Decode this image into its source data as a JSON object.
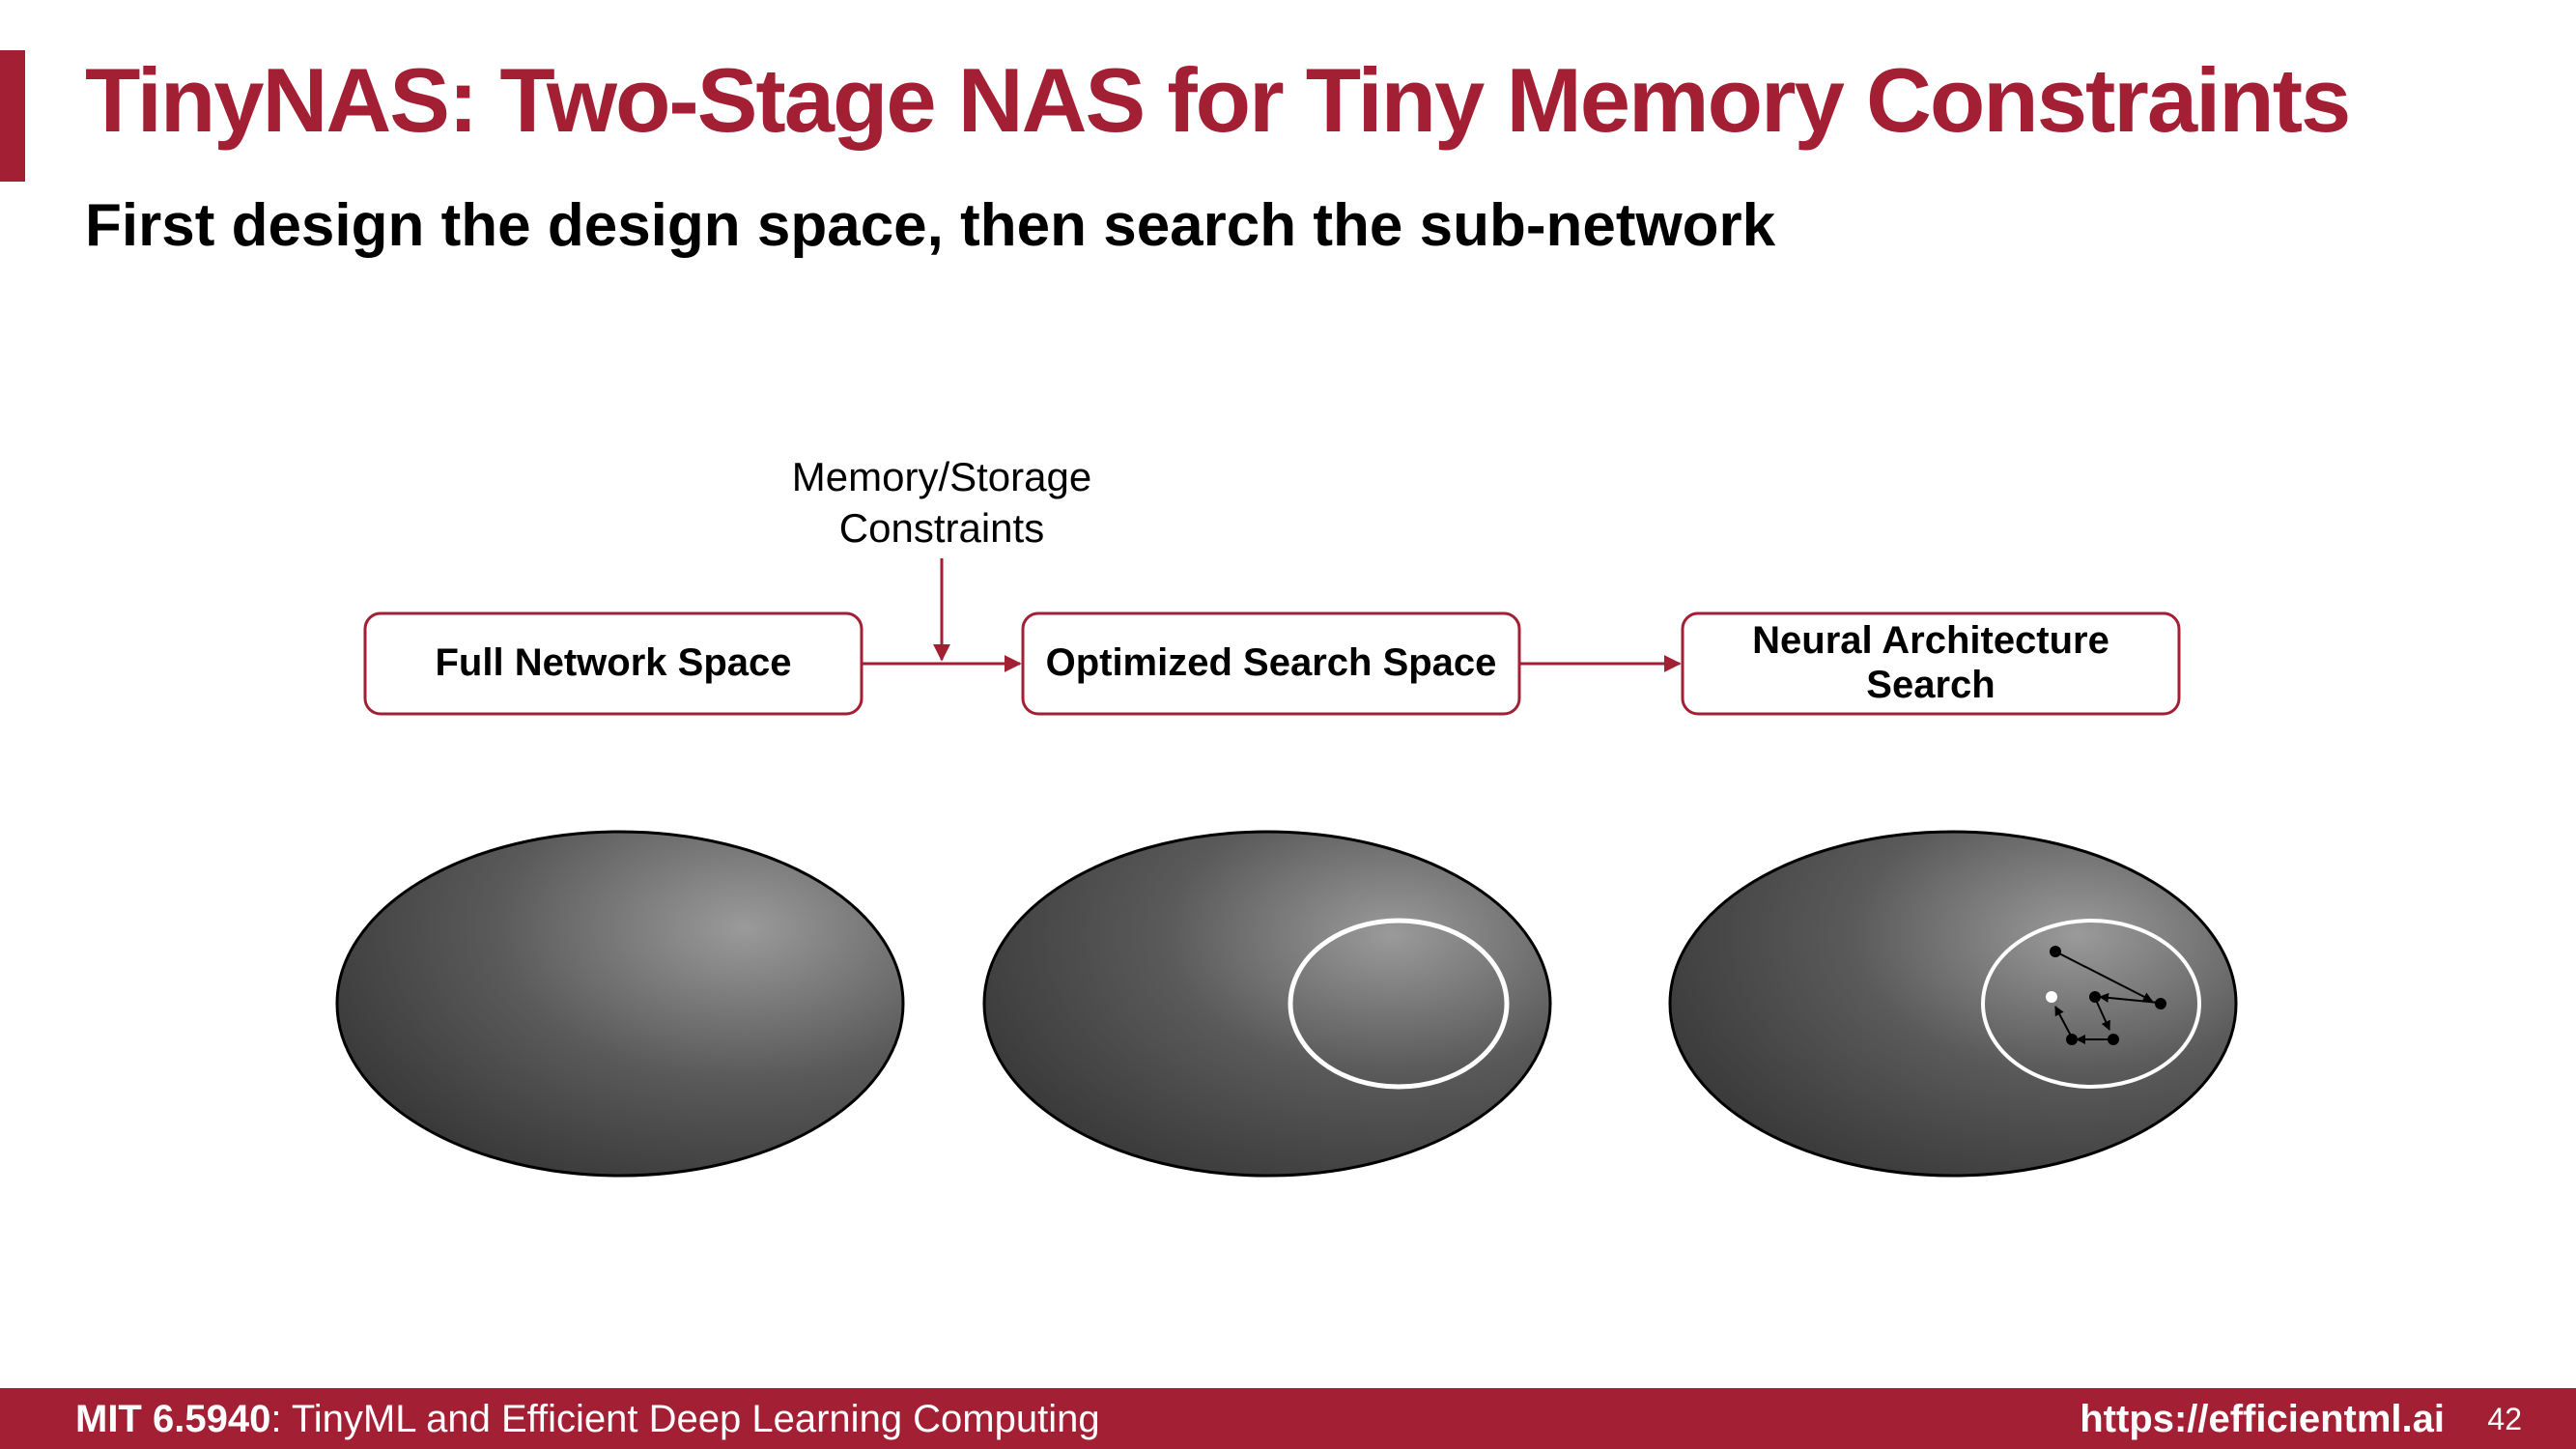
{
  "slide": {
    "title": "TinyNAS: Two-Stage NAS for Tiny Memory Constraints",
    "subtitle": "First design the design space, then search the sub-network"
  },
  "diagram": {
    "constraint_label_line1": "Memory/Storage",
    "constraint_label_line2": "Constraints",
    "boxes": {
      "full_network": "Full Network Space",
      "optimized": "Optimized Search Space",
      "nas_line1": "Neural Architecture",
      "nas_line2": "Search"
    },
    "colors": {
      "accent": "#a31f34",
      "ellipse_dark": "#3b3b3b",
      "ellipse_light": "#9a9a9a",
      "highlight": "#ffffff"
    }
  },
  "footer": {
    "course_code": "MIT 6.5940",
    "course_name": ": TinyML and Efficient Deep Learning Computing",
    "url": "https://efficientml.ai",
    "page": "42"
  }
}
